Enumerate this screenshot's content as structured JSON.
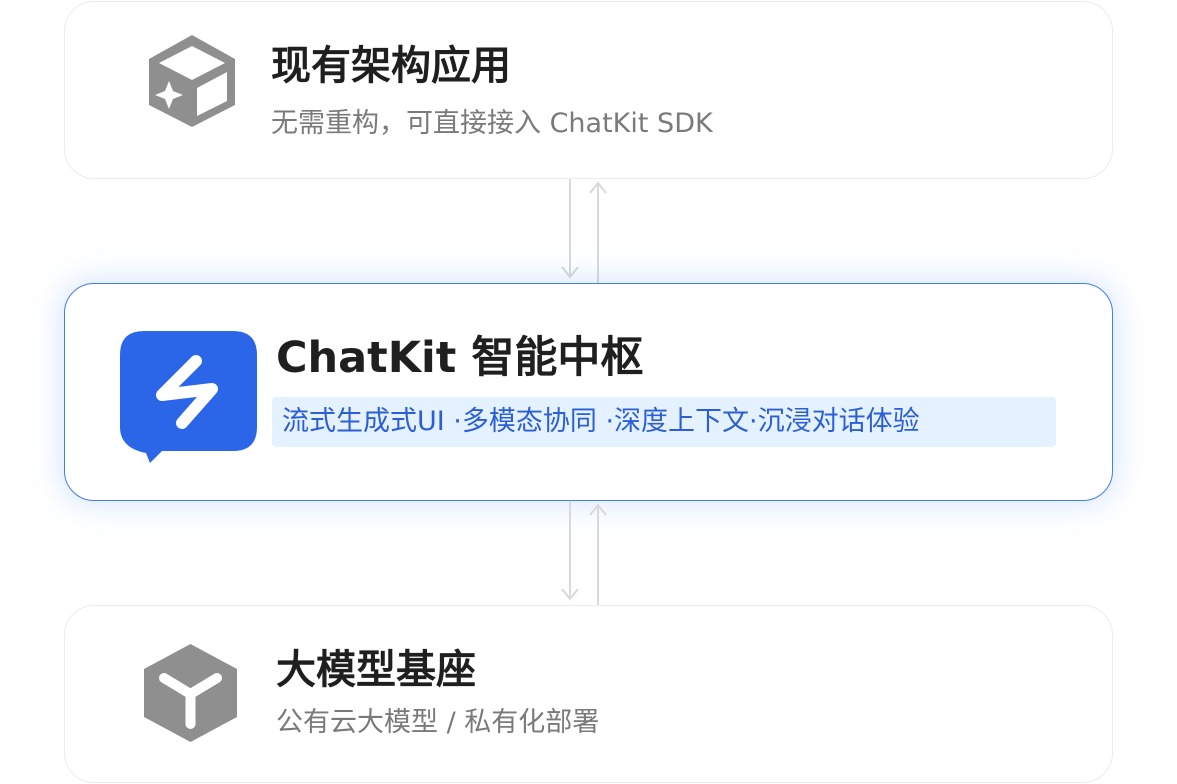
{
  "layers": {
    "top": {
      "title": "现有架构应用",
      "subtitle": "无需重构，可直接接入 ChatKit SDK",
      "icon": "cube-sparkle-icon"
    },
    "middle": {
      "title": "ChatKit 智能中枢",
      "tagline": "流式生成式UI ·多模态协同 ·深度上下文·沉浸对话体验",
      "icon": "chatkit-logo-icon",
      "accent": "#2b66e8",
      "highlight": "#e4f2ff"
    },
    "bottom": {
      "title": "大模型基座",
      "subtitle": "公有云大模型 / 私有化部署",
      "icon": "cube-y-icon"
    }
  },
  "connectors": [
    {
      "from": "top",
      "to": "middle",
      "icon": "bidirectional-arrows-icon"
    },
    {
      "from": "middle",
      "to": "bottom",
      "icon": "bidirectional-arrows-icon"
    }
  ],
  "colors": {
    "title": "#1f1f1f",
    "subtitle": "#7a7a7a",
    "icon_gray": "#8f8f8f",
    "border": "#ececec",
    "mid_border": "#3f7ef5",
    "connector": "#d9d9d9"
  }
}
